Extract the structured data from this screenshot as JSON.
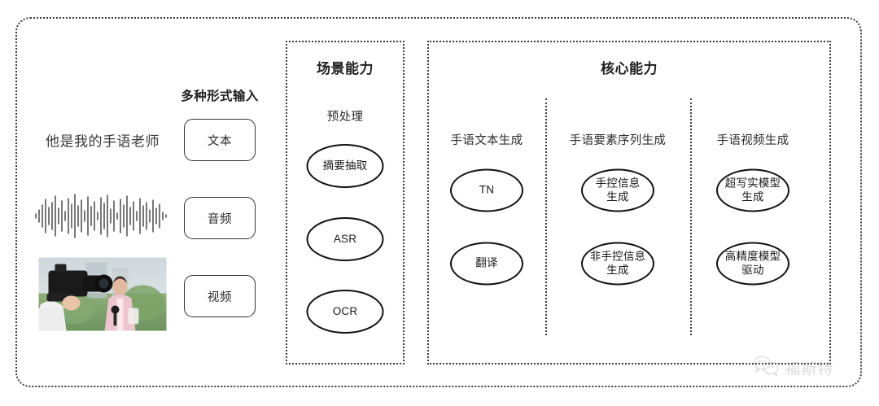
{
  "diagram": {
    "title_alt": "",
    "input_section": {
      "heading": "多种形式输入",
      "rows": [
        {
          "sample": "他是我的手语老师",
          "media": "text",
          "button": "文本"
        },
        {
          "sample": "",
          "media": "waveform",
          "button": "音频"
        },
        {
          "sample": "",
          "media": "video-thumbnail",
          "button": "视频"
        }
      ]
    },
    "scene_panel": {
      "title": "场景能力",
      "columns": [
        {
          "header": "预处理",
          "nodes": [
            {
              "lines": [
                "摘要抽取"
              ]
            },
            {
              "lines": [
                "ASR"
              ]
            },
            {
              "lines": [
                "OCR"
              ]
            }
          ]
        }
      ]
    },
    "core_panel": {
      "title": "核心能力",
      "columns": [
        {
          "header": "手语文本生成",
          "nodes": [
            {
              "lines": [
                "TN"
              ]
            },
            {
              "lines": [
                "翻译"
              ]
            }
          ]
        },
        {
          "header": "手语要素序列生成",
          "nodes": [
            {
              "lines": [
                "手控信息",
                "生成"
              ]
            },
            {
              "lines": [
                "非手控信息",
                "生成"
              ]
            }
          ]
        },
        {
          "header": "手语视频生成",
          "nodes": [
            {
              "lines": [
                "超写实模型",
                "生成"
              ]
            },
            {
              "lines": [
                "高精度模型",
                "驱动"
              ]
            }
          ]
        }
      ]
    },
    "watermark": {
      "icon": "wechat-icon",
      "text": "福斯特"
    },
    "colors": {
      "stroke": "#111111",
      "dotted_border": "#3b3b3b",
      "text": "#1f1f1f",
      "background": "#ffffff",
      "watermark": "#8d8d8d"
    }
  }
}
